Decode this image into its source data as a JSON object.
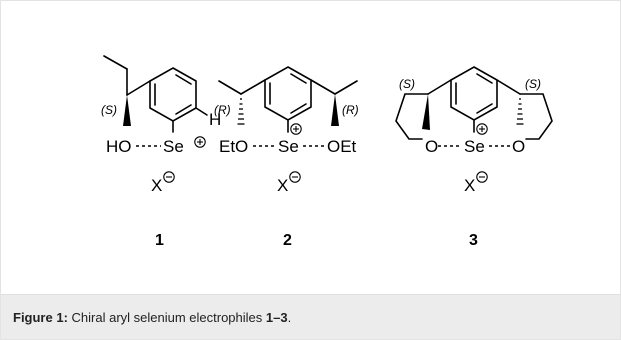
{
  "figure": {
    "compounds": [
      {
        "number": "1",
        "stereo": [
          "(S)"
        ],
        "labels": {
          "oh": "HO",
          "se": "Se",
          "h": "H",
          "x": "X"
        }
      },
      {
        "number": "2",
        "stereo": [
          "(R)",
          "(R)"
        ],
        "labels": {
          "o_left": "EtO",
          "se": "Se",
          "o_right": "OEt",
          "x": "X"
        }
      },
      {
        "number": "3",
        "stereo": [
          "(S)",
          "(S)"
        ],
        "labels": {
          "o_left": "O",
          "se": "Se",
          "o_right": "O",
          "x": "X"
        }
      }
    ]
  },
  "caption": {
    "prefix": "Figure 1:",
    "text": "Chiral aryl selenium electrophiles ",
    "range_start": "1",
    "dash": "–",
    "range_end": "3",
    "end": "."
  }
}
